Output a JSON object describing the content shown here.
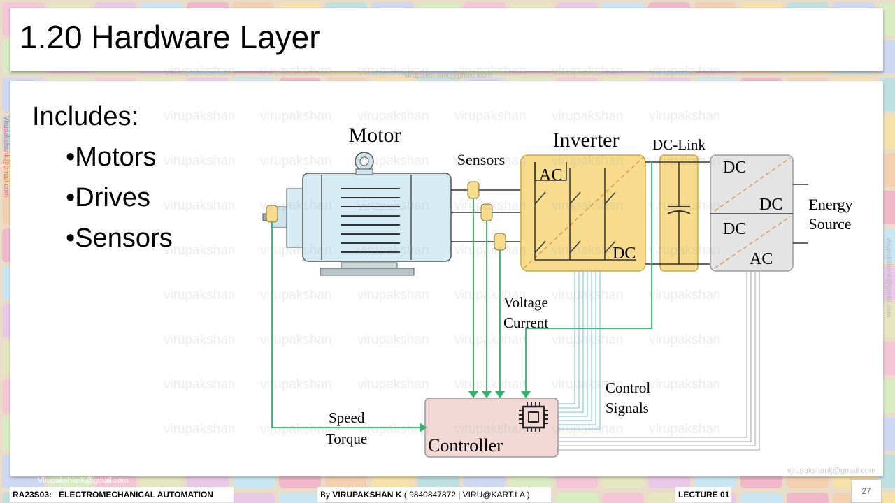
{
  "slide": {
    "title": "1.20 Hardware Layer",
    "includes_label": "Includes:",
    "bullets": [
      "•Motors",
      "•Drives",
      "•Sensors"
    ],
    "page_number": "27"
  },
  "diagram": {
    "motor_label": "Motor",
    "sensors_label": "Sensors",
    "inverter_label": "Inverter",
    "dclink_label": "DC-Link",
    "inverter_ac": "AC",
    "inverter_dc": "DC",
    "converter_dc_top": "DC",
    "converter_dc_mid": "DC",
    "converter_dc_lower": "DC",
    "converter_ac": "AC",
    "energy_label_1": "Energy",
    "energy_label_2": "Source",
    "voltage_label": "Voltage",
    "current_label": "Current",
    "control_label_1": "Control",
    "control_label_2": "Signals",
    "speed_label": "Speed",
    "torque_label": "Torque",
    "controller_label": "Controller"
  },
  "watermarks": {
    "word": "virupakshan",
    "email": "virupakshank@gmail.com",
    "email_footer": "VirupakshanK@gmail.com",
    "email_side": "Virupakshank@gmail.com"
  },
  "footer": {
    "course_code": "RA23S03:",
    "course_name": "ELECTROMECHANICAL AUTOMATION",
    "by_prefix": "By ",
    "author": "VIRUPAKSHAN K",
    "contact": " ( 9840847872 | VIRU@KART.LA )",
    "lecture": "LECTURE 01"
  },
  "colors": {
    "motor_fill": "#d6ecf5",
    "inverter_fill": "#f7dc8e",
    "converter_fill": "#e4e4e4",
    "controller_fill": "#f3d9d6",
    "green_line": "#2fb36b",
    "blue_line": "#8fd0e8",
    "gray_line": "#b8b8b8"
  }
}
